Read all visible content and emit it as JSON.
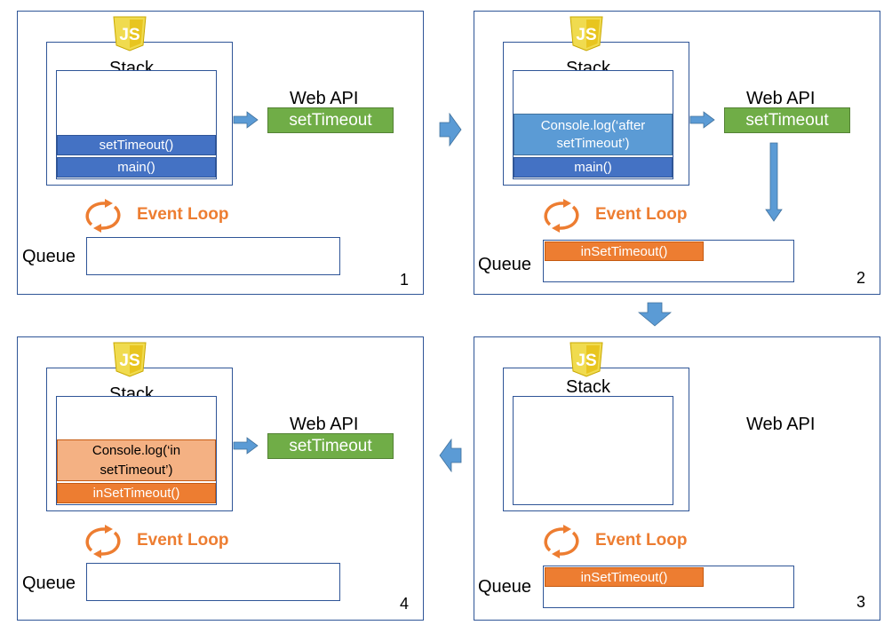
{
  "labels": {
    "stack": "Stack",
    "web_api": "Web API",
    "queue": "Queue",
    "event_loop": "Event Loop",
    "settimeout_api": "setTimeout"
  },
  "panels": [
    {
      "number": "1",
      "stack_frames": [
        "setTimeout()",
        "main()"
      ],
      "web_api_item": "setTimeout",
      "queue_items": []
    },
    {
      "number": "2",
      "stack_frames": [
        "Console.log(‘after setTimeout’)",
        "main()"
      ],
      "web_api_item": "setTimeout",
      "queue_items": [
        "inSetTimeout()"
      ]
    },
    {
      "number": "3",
      "stack_frames": [],
      "web_api_item": "",
      "queue_items": [
        "inSetTimeout()"
      ]
    },
    {
      "number": "4",
      "stack_frames": [
        "Console.log(‘in setTimeout’)",
        "inSetTimeout()"
      ],
      "web_api_item": "setTimeout",
      "queue_items": []
    }
  ],
  "colors": {
    "border": "#2f5597",
    "frame_blue": "#4472c4",
    "frame_lightblue": "#5b9bd5",
    "frame_orange": "#ed7d31",
    "frame_peach": "#f4b183",
    "api_green": "#70ad47",
    "event_loop_orange": "#ed7d31",
    "arrow_blue": "#5b9bd5",
    "js_yellow": "#f0db4f"
  },
  "icons": [
    "js-logo-icon",
    "event-loop-cycle-icon",
    "arrow-right-icon",
    "arrow-down-icon",
    "arrow-left-icon"
  ]
}
